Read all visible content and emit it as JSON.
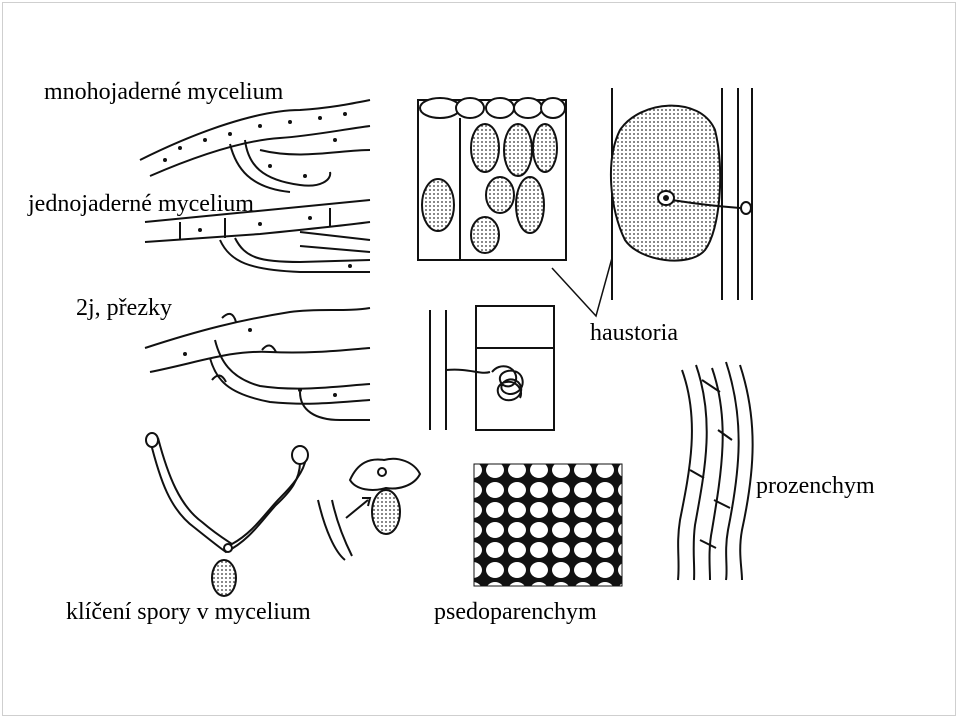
{
  "labels": {
    "multinuclear": "mnohojaderné mycelium",
    "uninuclear": "jednojaderné mycelium",
    "clamps": "2j, přezky",
    "haustoria": "haustoria",
    "prosenchyma": "prozenchym",
    "germination": "klíčení spory v mycelium",
    "pseudoparenchyma": "psedoparenchym"
  },
  "colors": {
    "ink": "#000000",
    "background": "#ffffff"
  }
}
